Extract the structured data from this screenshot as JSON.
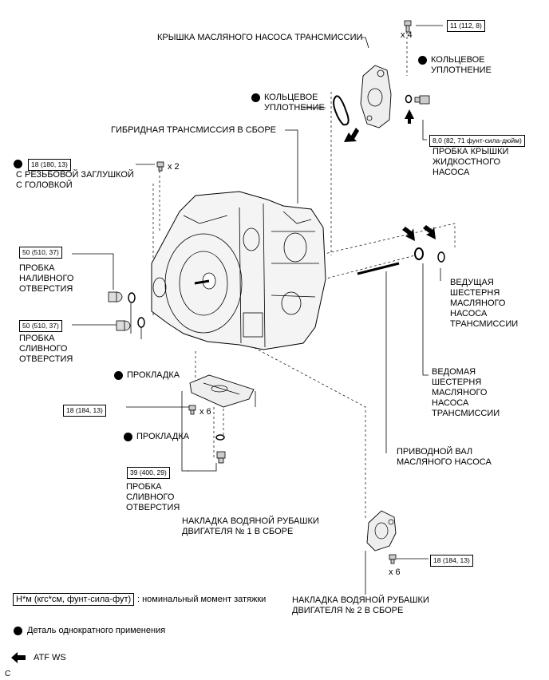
{
  "labels": {
    "oil_pump_cover": "КРЫШКА МАСЛЯНОГО НАСОСА ТРАНСМИССИИ",
    "o_ring_right": "КОЛЬЦЕВОЕ\nУПЛОТНЕНИЕ",
    "o_ring_left": "КОЛЬЦЕВОЕ\nУПЛОТНЕНИЕ",
    "pump_cover_plug": "ПРОБКА КРЫШКИ\nЖИДКОСТНОГО\nНАСОСА",
    "hybrid_transmission": "ГИБРИДНАЯ ТРАНСМИССИЯ В СБОРЕ",
    "threaded_plug": "С РЕЗЬБОВОЙ ЗАГЛУШКОЙ\nС ГОЛОВКОЙ",
    "filler_plug": "ПРОБКА\nНАЛИВНОГО\nОТВЕРСТИЯ",
    "drain_plug_1": "ПРОБКА\nСЛИВНОГО\nОТВЕРСТИЯ",
    "gasket_1": "ПРОКЛАДКА",
    "drive_gear": "ВЕДУЩАЯ\nШЕСТЕРНЯ\nМАСЛЯНОГО\nНАСОСА\nТРАНСМИССИИ",
    "driven_gear": "ВЕДОМАЯ\nШЕСТЕРНЯ\nМАСЛЯНОГО\nНАСОСА\nТРАНСМИССИИ",
    "gasket_2": "ПРОКЛАДКА",
    "drive_shaft": "ПРИВОДНОЙ ВАЛ\nМАСЛЯНОГО НАСОСА",
    "drain_plug_2": "ПРОБКА\nСЛИВНОГО\nОТВЕРСТИЯ",
    "water_jacket_1": "НАКЛАДКА ВОДЯНОЙ РУБАШКИ\nДВИГАТЕЛЯ № 1 В СБОРЕ",
    "water_jacket_2": "НАКЛАДКА ВОДЯНОЙ РУБАШКИ\nДВИГАТЕЛЯ № 2 В СБОРЕ"
  },
  "torques": {
    "pump_cover_bolt": "11 (112, 8)",
    "pump_cover_plug": "8,0 (82, 71 фунт-сила-дюйм)",
    "threaded_plug": "18 (180, 13)",
    "filler_plug": "50 (510, 37)",
    "drain_plug_1": "50 (510, 37)",
    "jacket1_bolt": "18 (184, 13)",
    "drain_plug_2": "39 (400, 29)",
    "jacket2_bolt": "18 (184, 13)"
  },
  "multipliers": {
    "pump_cover_bolt": "x 4",
    "threaded_plug": "x 2",
    "jacket1_bolt": "x 6",
    "jacket2_bolt": "x 6"
  },
  "legend": {
    "torque_unit": "Н*м (кгс*см, фунт-сила-фут)",
    "torque_desc": ": номинальный момент затяжки",
    "one_time": "Деталь однократного применения",
    "atf": "ATF WS",
    "corner_letter": "C"
  }
}
